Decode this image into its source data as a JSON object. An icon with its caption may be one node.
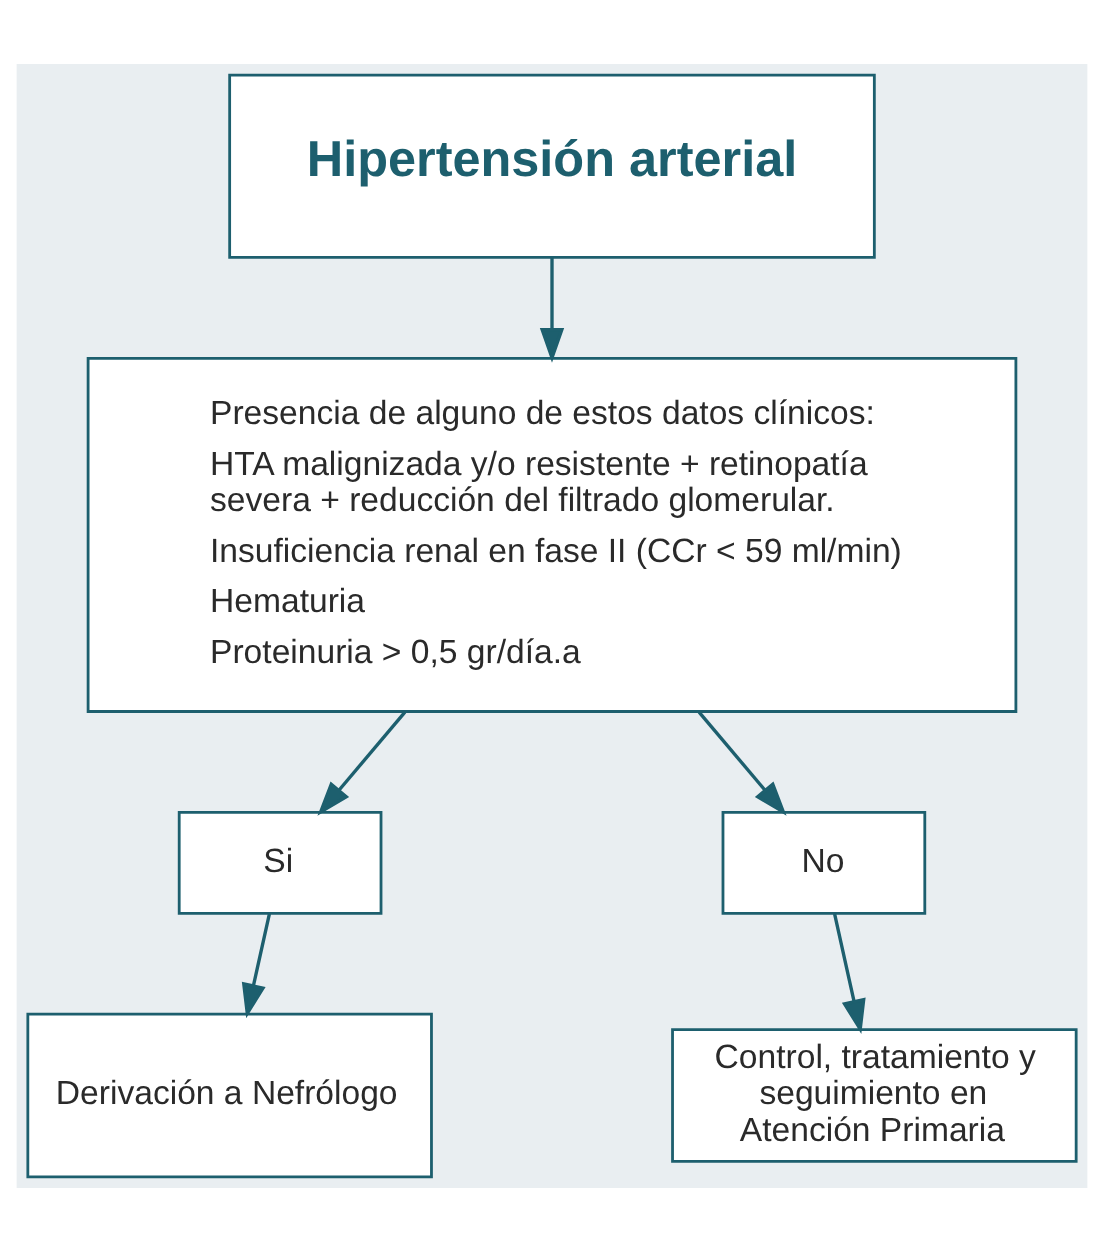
{
  "diagram": {
    "nodes": [
      {
        "text": [
          "Hipertensión arterial"
        ]
      },
      {
        "text": [
          "Presencia de alguno de estos datos clínicos:",
          "HTA malignizada y/o resistente + retinopatía severa + reducción del filtrado glomerular.",
          "Insuficiencia renal en fase II (CCr < 59 ml/min)",
          "Hematuria",
          "Proteinuria > 0,5 gr/día.a"
        ]
      },
      {
        "text": [
          "Si"
        ]
      },
      {
        "text": [
          "No"
        ]
      },
      {
        "text": [
          "Derivación a Nefrólogo"
        ]
      },
      {
        "text": [
          "Control, tratamiento y seguimiento en Atención Primaria"
        ]
      }
    ],
    "edges": [
      {
        "from": 0,
        "to": 1,
        "arrow": "to"
      },
      {
        "from": 1,
        "to": 2,
        "arrow": "to"
      },
      {
        "from": 1,
        "to": 3,
        "arrow": "to"
      },
      {
        "from": 2,
        "to": 4,
        "arrow": "to"
      },
      {
        "from": 3,
        "to": 5,
        "arrow": "to"
      }
    ]
  }
}
